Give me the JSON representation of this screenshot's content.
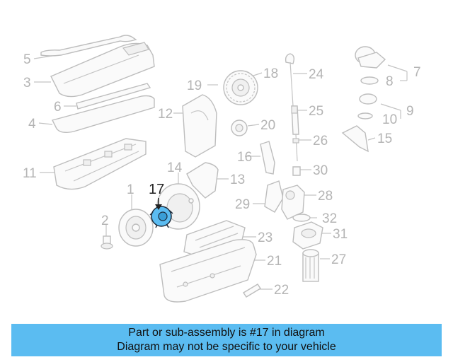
{
  "diagram": {
    "highlight_color": "#5bbcf1",
    "highlighted_part": "17",
    "callouts": [
      "1",
      "2",
      "3",
      "4",
      "5",
      "6",
      "7",
      "8",
      "9",
      "10",
      "11",
      "12",
      "13",
      "14",
      "15",
      "16",
      "17",
      "18",
      "19",
      "20",
      "21",
      "22",
      "23",
      "24",
      "25",
      "26",
      "27",
      "28",
      "29",
      "30",
      "31",
      "32"
    ]
  },
  "banner": {
    "line1": "Part or sub-assembly is #17 in diagram",
    "line2": "Diagram may not be specific to your vehicle",
    "background": "#5bbcf1"
  }
}
